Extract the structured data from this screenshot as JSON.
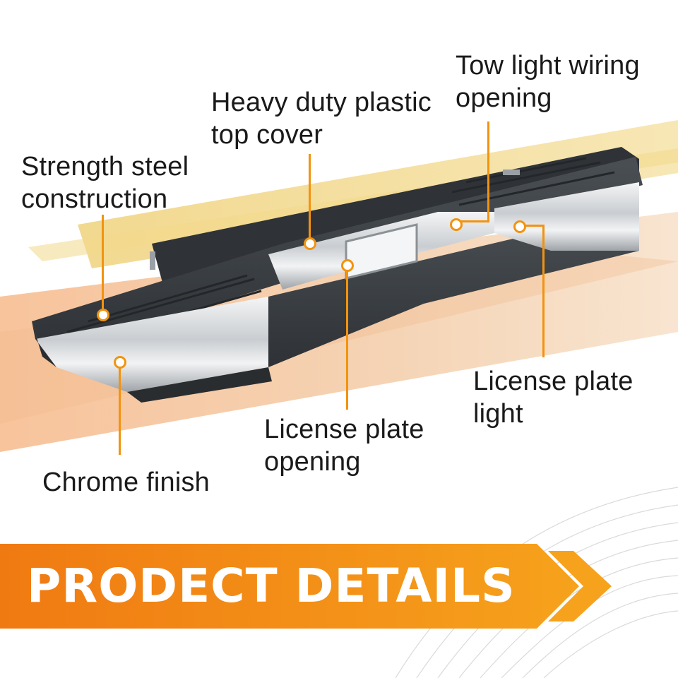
{
  "callouts": {
    "strength_steel": [
      "Strength steel",
      "construction"
    ],
    "plastic_cover": [
      "Heavy duty plastic",
      "top cover"
    ],
    "tow_light": [
      "Tow light wiring",
      "opening"
    ],
    "chrome": [
      "Chrome finish"
    ],
    "plate_opening": [
      "License plate",
      "opening"
    ],
    "plate_light": [
      "License plate",
      "light"
    ]
  },
  "banner": {
    "text": "PRODECT DETAILS"
  },
  "colors": {
    "accent": "#f2930f",
    "bumper_body": "#3b3f43",
    "chrome": "#d9dcdf",
    "brush_yellow": "#f3d88a",
    "brush_peach": "#f2c49c"
  }
}
